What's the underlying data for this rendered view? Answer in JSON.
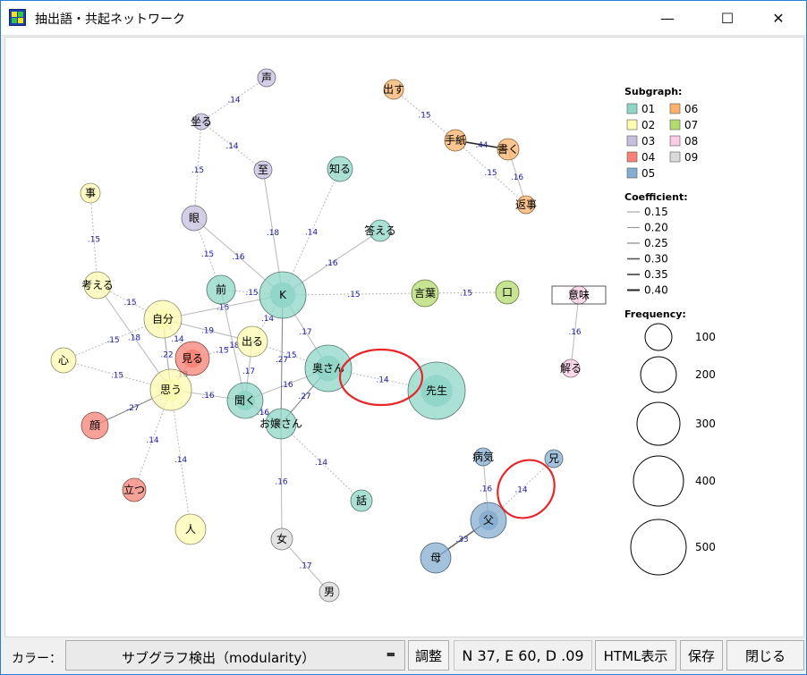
{
  "window": {
    "title": "抽出語・共起ネットワーク",
    "controls": {
      "minimize": "—",
      "maximize": "☐",
      "close": "✕"
    }
  },
  "legend": {
    "subgraph_title": "Subgraph:",
    "subgraphs": [
      {
        "id": "01",
        "color": "#8fd5c6"
      },
      {
        "id": "02",
        "color": "#fdfbb0"
      },
      {
        "id": "03",
        "color": "#c6bfdd"
      },
      {
        "id": "04",
        "color": "#f68276"
      },
      {
        "id": "05",
        "color": "#86adcf"
      },
      {
        "id": "06",
        "color": "#fbb26b"
      },
      {
        "id": "07",
        "color": "#b3db6c"
      },
      {
        "id": "08",
        "color": "#fbcde4"
      },
      {
        "id": "09",
        "color": "#d9d9d9"
      }
    ],
    "coefficient_title": "Coefficient:",
    "coefficients": [
      "0.15",
      "0.20",
      "0.25",
      "0.30",
      "0.35",
      "0.40"
    ],
    "frequency_title": "Frequency:",
    "frequencies": [
      "100",
      "200",
      "300",
      "400",
      "500"
    ]
  },
  "network": {
    "nodes": [
      {
        "id": "声",
        "group": "03"
      },
      {
        "id": "坐る",
        "group": "03"
      },
      {
        "id": "至",
        "group": "03"
      },
      {
        "id": "眼",
        "group": "03"
      },
      {
        "id": "知る",
        "group": "01"
      },
      {
        "id": "答える",
        "group": "01"
      },
      {
        "id": "K",
        "group": "01"
      },
      {
        "id": "前",
        "group": "01"
      },
      {
        "id": "奥さん",
        "group": "01"
      },
      {
        "id": "先生",
        "group": "01"
      },
      {
        "id": "聞く",
        "group": "01"
      },
      {
        "id": "お嬢さん",
        "group": "01"
      },
      {
        "id": "話",
        "group": "01"
      },
      {
        "id": "事",
        "group": "02"
      },
      {
        "id": "考える",
        "group": "02"
      },
      {
        "id": "自分",
        "group": "02"
      },
      {
        "id": "心",
        "group": "02"
      },
      {
        "id": "思う",
        "group": "02"
      },
      {
        "id": "出る",
        "group": "02"
      },
      {
        "id": "人",
        "group": "02"
      },
      {
        "id": "見る",
        "group": "04"
      },
      {
        "id": "顔",
        "group": "04"
      },
      {
        "id": "立つ",
        "group": "04"
      },
      {
        "id": "出す",
        "group": "06"
      },
      {
        "id": "手紙",
        "group": "06"
      },
      {
        "id": "書く",
        "group": "06"
      },
      {
        "id": "返事",
        "group": "06"
      },
      {
        "id": "言葉",
        "group": "07"
      },
      {
        "id": "口",
        "group": "07"
      },
      {
        "id": "意味",
        "group": "08"
      },
      {
        "id": "解る",
        "group": "08"
      },
      {
        "id": "病気",
        "group": "05"
      },
      {
        "id": "兄",
        "group": "05"
      },
      {
        "id": "父",
        "group": "05"
      },
      {
        "id": "母",
        "group": "05"
      },
      {
        "id": "女",
        "group": "09"
      },
      {
        "id": "男",
        "group": "09"
      }
    ],
    "edges": [
      {
        "from": "声",
        "to": "坐る",
        "w": ".14"
      },
      {
        "from": "坐る",
        "to": "至",
        "w": ".14"
      },
      {
        "from": "坐る",
        "to": "眼",
        "w": ".15"
      },
      {
        "from": "至",
        "to": "K",
        "w": ".18"
      },
      {
        "from": "知る",
        "to": "K",
        "w": ".14"
      },
      {
        "from": "答える",
        "to": "K",
        "w": ".16"
      },
      {
        "from": "眼",
        "to": "K",
        "w": ".16"
      },
      {
        "from": "眼",
        "to": "前",
        "w": ".15"
      },
      {
        "from": "K",
        "to": "言葉",
        "w": ".15"
      },
      {
        "from": "言葉",
        "to": "口",
        "w": ".15"
      },
      {
        "from": "出す",
        "to": "手紙",
        "w": ".15"
      },
      {
        "from": "手紙",
        "to": "書く",
        "w": ".44"
      },
      {
        "from": "手紙",
        "to": "返事",
        "w": ".15"
      },
      {
        "from": "書く",
        "to": "返事",
        "w": ".16"
      },
      {
        "from": "意味",
        "to": "解る",
        "w": ".16"
      },
      {
        "from": "事",
        "to": "考える",
        "w": ".15"
      },
      {
        "from": "考える",
        "to": "自分",
        "w": ".15"
      },
      {
        "from": "考える",
        "to": "思う",
        "w": ".18"
      },
      {
        "from": "自分",
        "to": "K",
        "w": ".16"
      },
      {
        "from": "前",
        "to": "K",
        "w": ".15"
      },
      {
        "from": "自分",
        "to": "心",
        "w": ".15"
      },
      {
        "from": "心",
        "to": "思う",
        "w": ".15"
      },
      {
        "from": "自分",
        "to": "思う",
        "w": ".22"
      },
      {
        "from": "見る",
        "to": "思う",
        "w": ".18"
      },
      {
        "from": "自分",
        "to": "出る",
        "w": ".19"
      },
      {
        "from": "自分",
        "to": "見る",
        "w": ".14"
      },
      {
        "from": "思う",
        "to": "顔",
        "w": ".27"
      },
      {
        "from": "思う",
        "to": "立つ",
        "w": ".14"
      },
      {
        "from": "思う",
        "to": "人",
        "w": ".14"
      },
      {
        "from": "思う",
        "to": "聞く",
        "w": ".16"
      },
      {
        "from": "見る",
        "to": "出る",
        "w": ".15"
      },
      {
        "from": "出る",
        "to": "K",
        "w": ".14"
      },
      {
        "from": "出る",
        "to": "奥さん",
        "w": ".15"
      },
      {
        "from": "出る",
        "to": "聞く",
        "w": ".17"
      },
      {
        "from": "K",
        "to": "奥さん",
        "w": ".17"
      },
      {
        "from": "K",
        "to": "お嬢さん",
        "w": ".27"
      },
      {
        "from": "奥さん",
        "to": "先生",
        "w": ".14"
      },
      {
        "from": "奥さん",
        "to": "聞く",
        "w": ".16"
      },
      {
        "from": "奥さん",
        "to": "お嬢さん",
        "w": ".27"
      },
      {
        "from": "聞く",
        "to": "お嬢さん",
        "w": ".16"
      },
      {
        "from": "前",
        "to": "聞く",
        "w": ".18"
      },
      {
        "from": "お嬢さん",
        "to": "話",
        "w": ".14"
      },
      {
        "from": "お嬢さん",
        "to": "女",
        "w": ".16"
      },
      {
        "from": "女",
        "to": "男",
        "w": ".17"
      },
      {
        "from": "病気",
        "to": "父",
        "w": ".16"
      },
      {
        "from": "兄",
        "to": "父",
        "w": ".14"
      },
      {
        "from": "父",
        "to": "母",
        "w": ".33"
      }
    ]
  },
  "bottom": {
    "color_label": "カラー：",
    "color_value": "サブグラフ検出（modularity）",
    "adjust_label": "調整",
    "stats": "N 37, E 60, D .09",
    "html_label": "HTML表示",
    "save_label": "保存",
    "close_label": "閉じる"
  }
}
